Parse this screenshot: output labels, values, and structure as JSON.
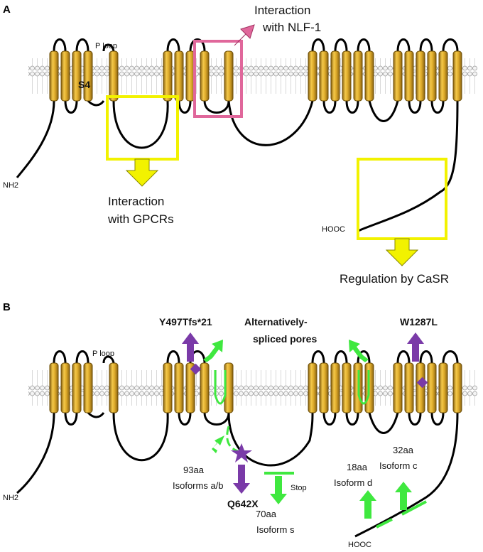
{
  "panel_a": {
    "letter": "A",
    "p_loop": "P loop",
    "s4": "S4",
    "nh2": "NH2",
    "hooc": "HOOC",
    "nlf1_line1": "Interaction",
    "nlf1_line2": "with NLF-1",
    "gpcr_line1": "Interaction",
    "gpcr_line2": "with GPCRs",
    "casr": "Regulation by CaSR"
  },
  "panel_b": {
    "letter": "B",
    "p_loop": "P loop",
    "nh2": "NH2",
    "hooc": "HOOC",
    "mutation_y497": "Y497Tfs*21",
    "mutation_w1287": "W1287L",
    "mutation_q642": "Q642X",
    "alt_pores_line1": "Alternatively-",
    "alt_pores_line2": "spliced pores",
    "iso_ab_line1": "93aa",
    "iso_ab_line2": "Isoforms a/b",
    "stop": "Stop",
    "iso_s_line1": "70aa",
    "iso_s_line2": "Isoform s",
    "iso_d_line1": "18aa",
    "iso_d_line2": "Isoform d",
    "iso_c_line1": "32aa",
    "iso_c_line2": "Isoform c"
  },
  "colors": {
    "helix": "#d9a521",
    "membrane": "#c8c8c8",
    "pink": "#e0679b",
    "yellow": "#f2f200",
    "green": "#3fe83f",
    "purple": "#7a3aa8"
  }
}
